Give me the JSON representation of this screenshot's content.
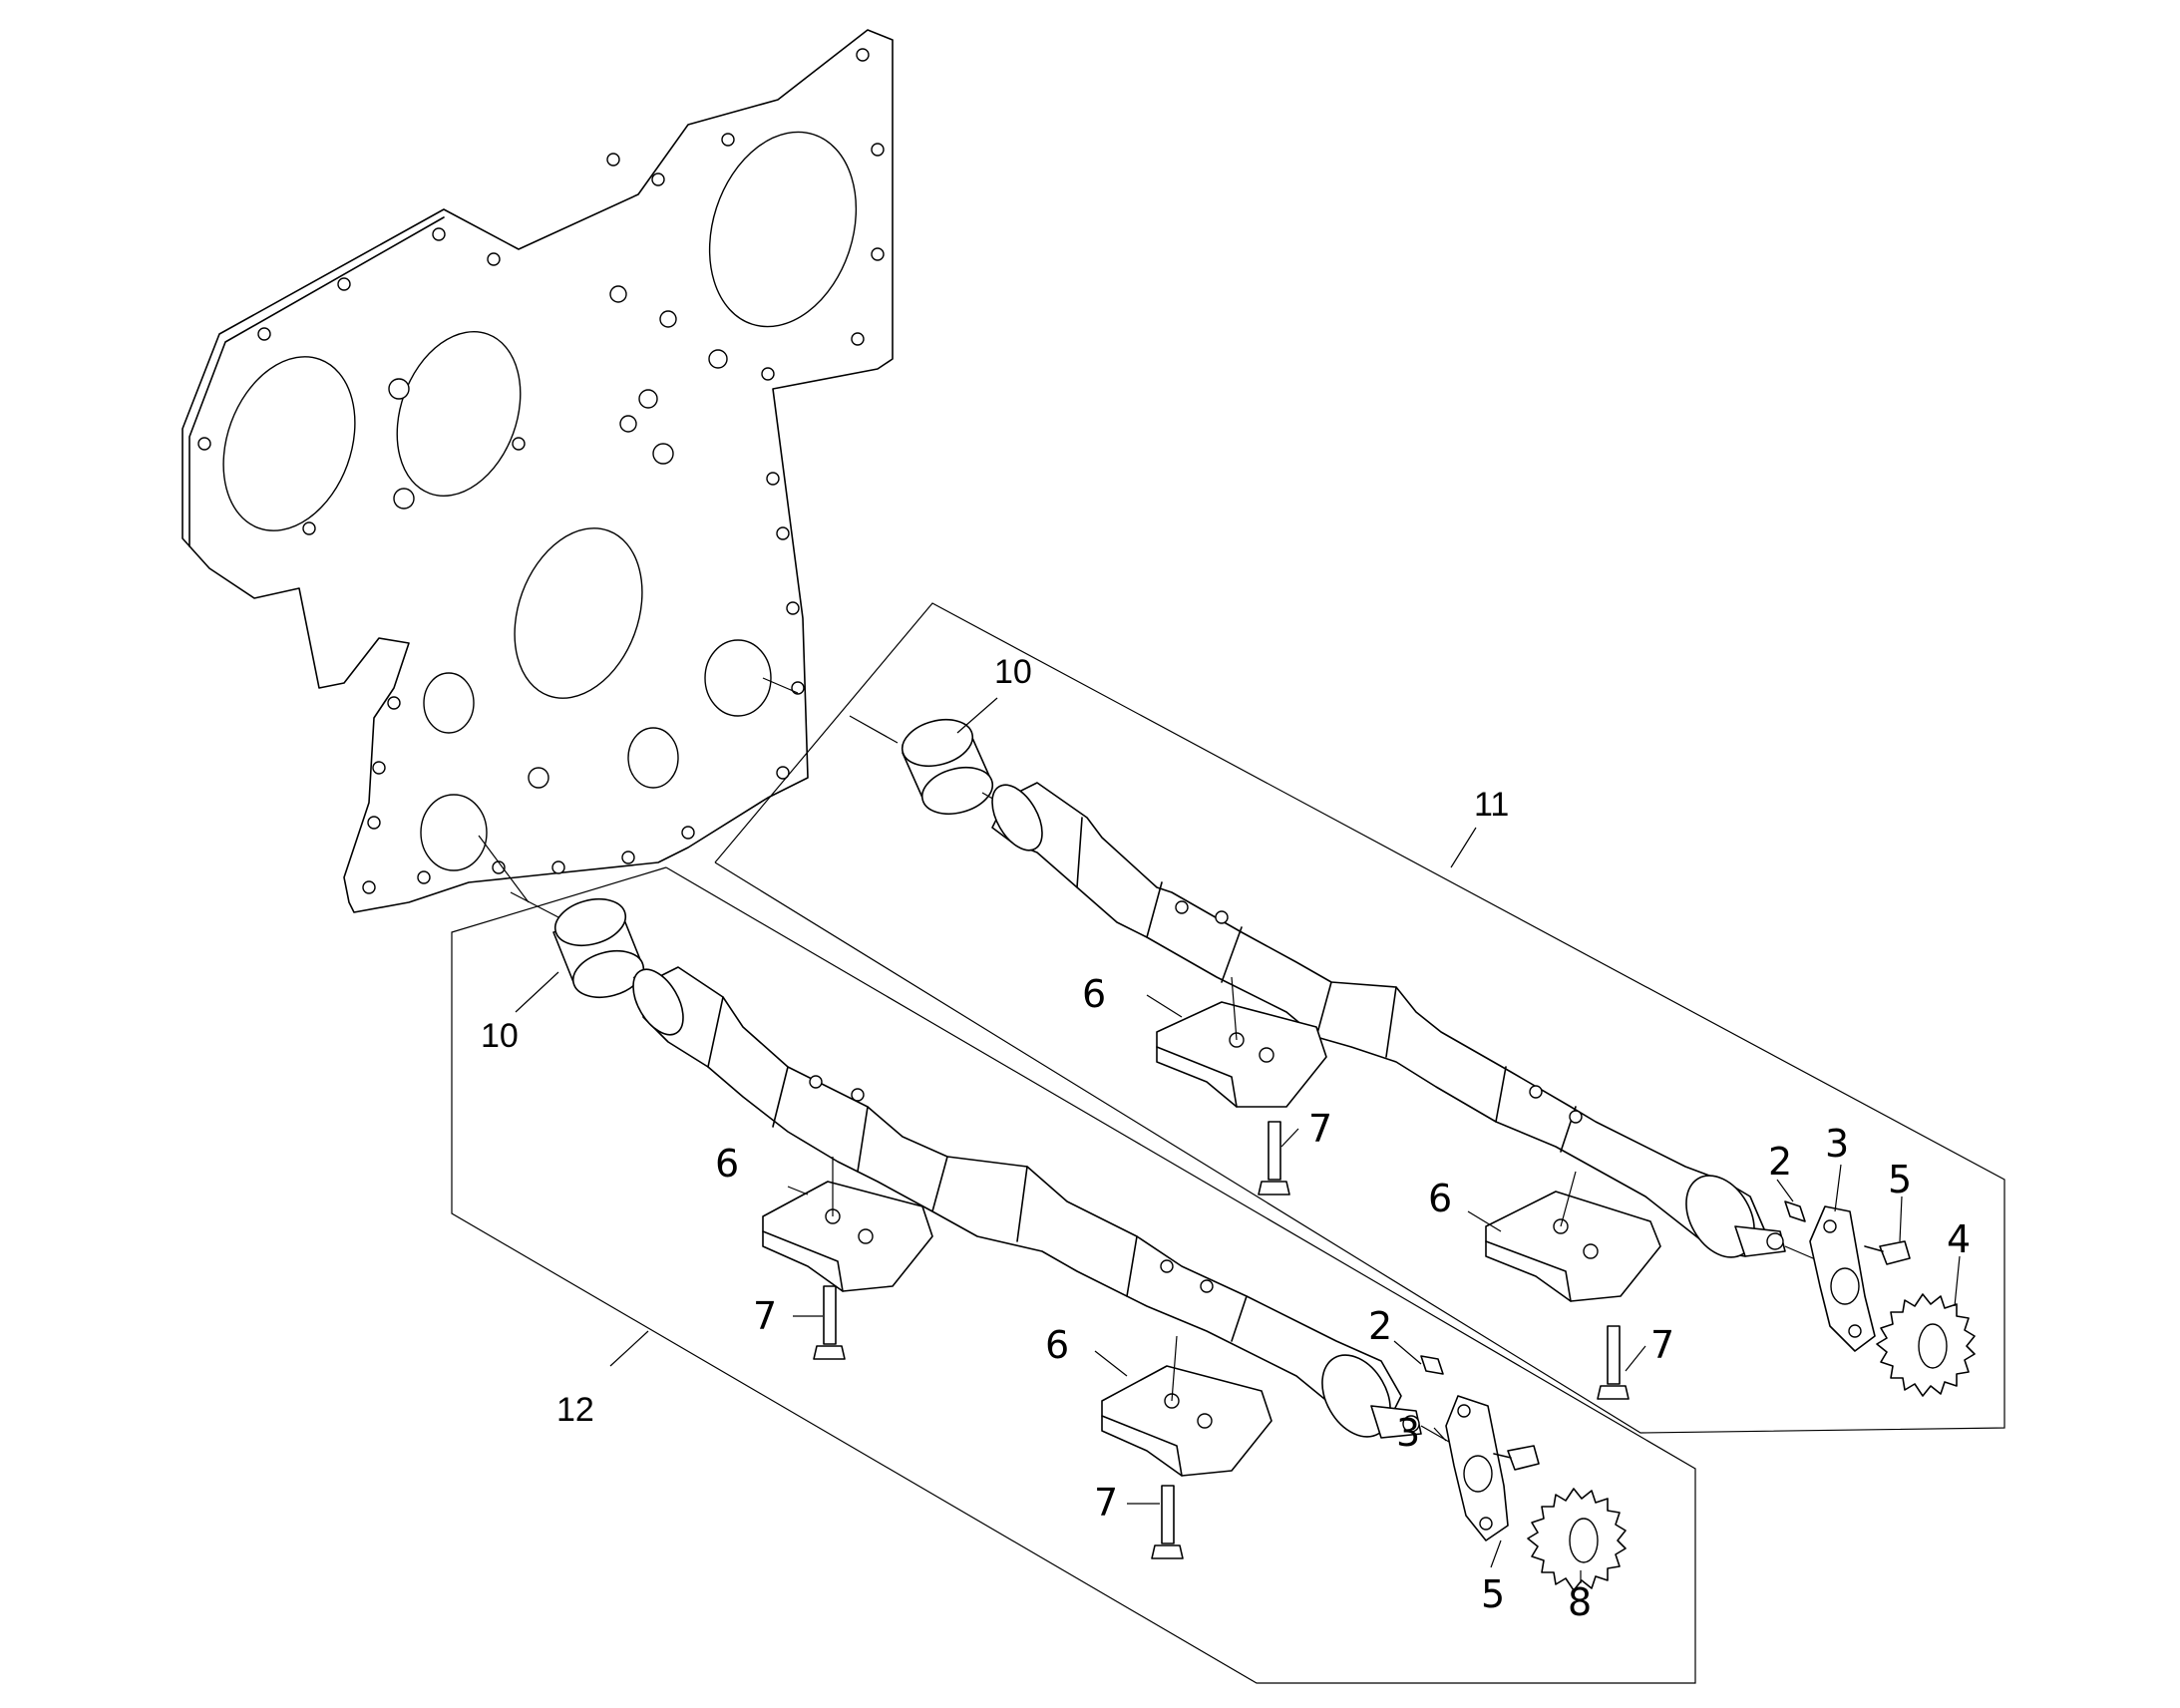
{
  "labels": [
    {
      "text": "10"
    },
    {
      "text": "11"
    },
    {
      "text": "10"
    },
    {
      "text": "12"
    },
    {
      "text": "6"
    },
    {
      "text": "7"
    },
    {
      "text": "2"
    },
    {
      "text": "3"
    },
    {
      "text": "5"
    },
    {
      "text": "4"
    },
    {
      "text": "6"
    },
    {
      "text": "7"
    },
    {
      "text": "6"
    },
    {
      "text": "7"
    },
    {
      "text": "6"
    },
    {
      "text": "7"
    },
    {
      "text": "2"
    },
    {
      "text": "3"
    },
    {
      "text": "5"
    },
    {
      "text": "8"
    }
  ]
}
